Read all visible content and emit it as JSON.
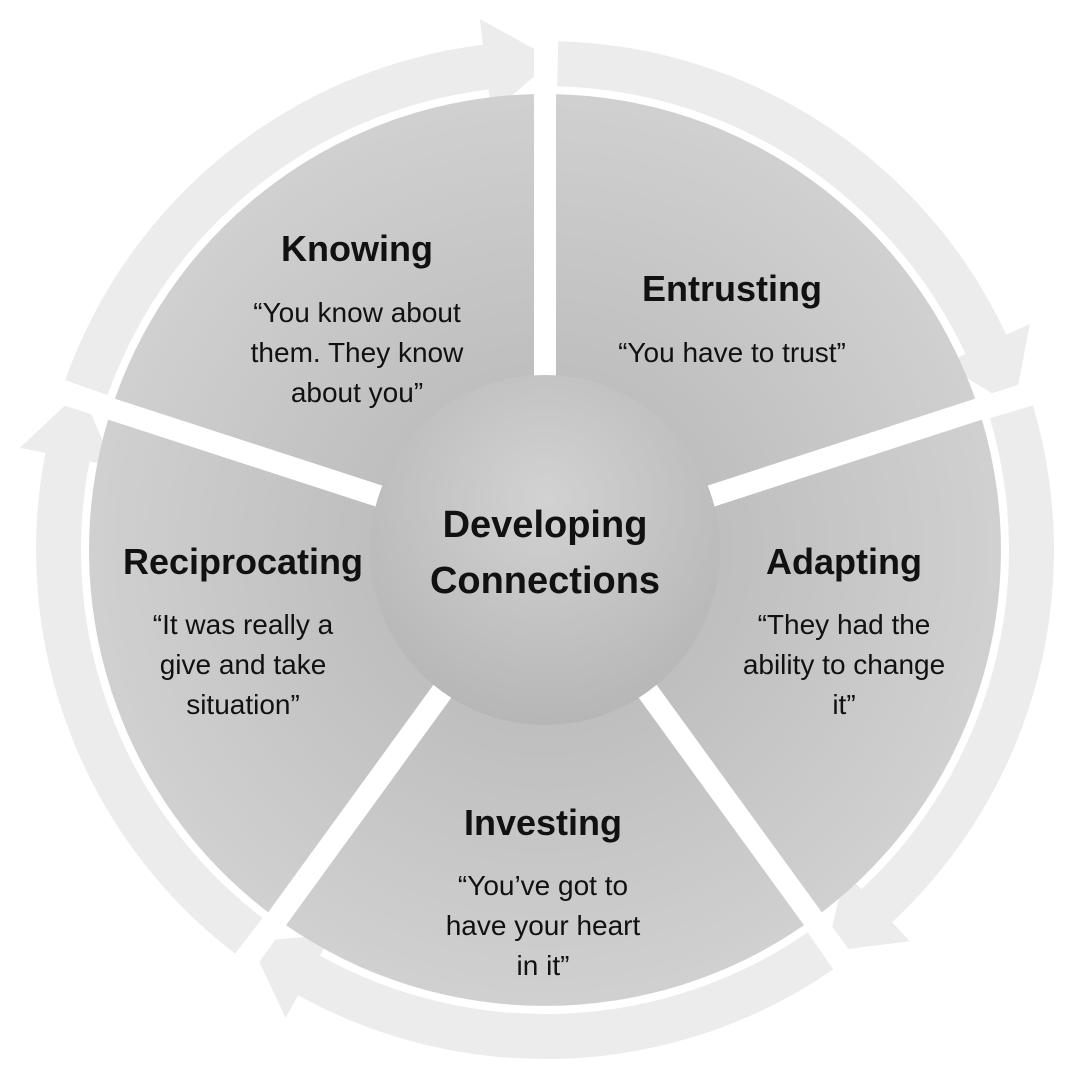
{
  "colors": {
    "background": "#ffffff",
    "outer_ring": "#ececec",
    "segment_fill": "#cdcdcd",
    "segment_inner": "#bdbdbd",
    "separator": "#ffffff",
    "hub_fill": "#bcbcbc",
    "text": "#111111"
  },
  "center": {
    "lines": [
      "Developing",
      "Connections"
    ]
  },
  "segments": [
    {
      "id": "knowing",
      "title": "Knowing",
      "quote_lines": [
        "“You know about",
        "them. They know",
        "about you”"
      ]
    },
    {
      "id": "entrusting",
      "title": "Entrusting",
      "quote_lines": [
        "“You have to trust”"
      ]
    },
    {
      "id": "adapting",
      "title": "Adapting",
      "quote_lines": [
        "“They had the",
        "ability to change",
        "it”"
      ]
    },
    {
      "id": "investing",
      "title": "Investing",
      "quote_lines": [
        "“You’ve got to",
        "have your heart",
        "in it”"
      ]
    },
    {
      "id": "reciprocating",
      "title": "Reciprocating",
      "quote_lines": [
        "“It was really a",
        "give and take",
        "situation”"
      ]
    }
  ]
}
